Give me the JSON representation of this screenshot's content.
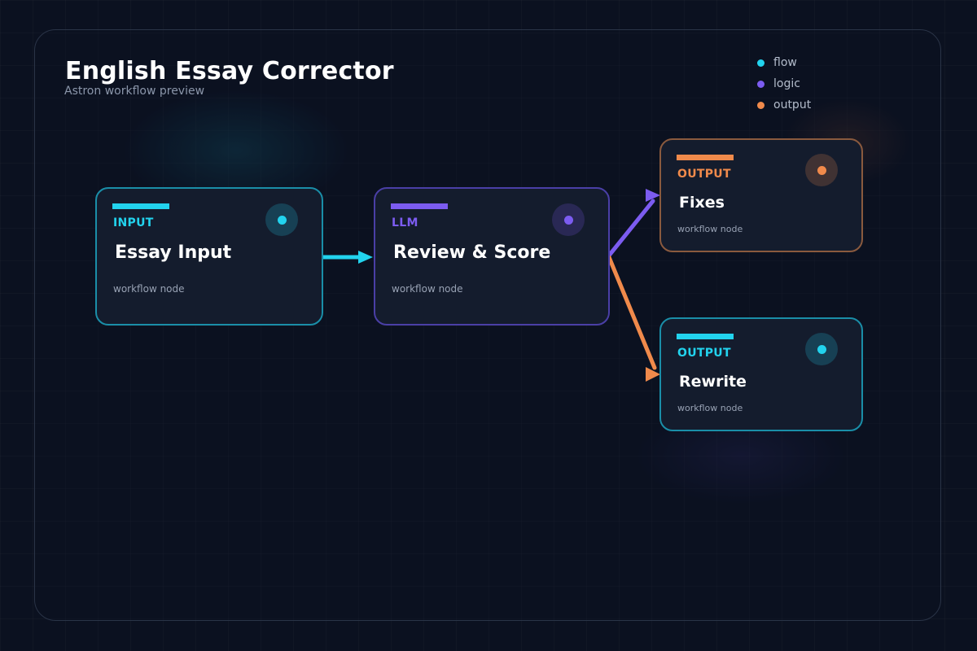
{
  "header": {
    "title": "English Essay Corrector",
    "subtitle": "Astron workflow preview"
  },
  "legend": [
    {
      "label": "flow",
      "color": "#22d3ee"
    },
    {
      "label": "logic",
      "color": "#7c5cf0"
    },
    {
      "label": "output",
      "color": "#f08a4b"
    }
  ],
  "colors": {
    "flow": "#22d3ee",
    "logic": "#7c5cf0",
    "output": "#f08a4b",
    "background": "#0b1120",
    "node_fill": "#141c2d"
  },
  "nodes": [
    {
      "id": "essay-input",
      "type_label": "INPUT",
      "title": "Essay Input",
      "desc": "workflow node",
      "accent": "#22d3ee",
      "border": "#1a8ea8",
      "icon": "flow-dot-icon"
    },
    {
      "id": "review-score",
      "type_label": "LLM",
      "title": "Review & Score",
      "desc": "workflow node",
      "accent": "#7c5cf0",
      "border": "#4a3fa6",
      "icon": "logic-dot-icon"
    },
    {
      "id": "fixes",
      "type_label": "OUTPUT",
      "title": "Fixes",
      "desc": "workflow node",
      "accent": "#f08a4b",
      "border": "#8a5a3e",
      "icon": "output-dot-icon"
    },
    {
      "id": "rewrite",
      "type_label": "OUTPUT",
      "title": "Rewrite",
      "desc": "workflow node",
      "accent": "#22d3ee",
      "border": "#1a8ea8",
      "icon": "flow-dot-icon"
    }
  ],
  "edges": [
    {
      "from": "essay-input",
      "to": "review-score",
      "color": "#22d3ee"
    },
    {
      "from": "review-score",
      "to": "fixes",
      "color": "#7c5cf0"
    },
    {
      "from": "review-score",
      "to": "rewrite",
      "color": "#f08a4b"
    }
  ]
}
